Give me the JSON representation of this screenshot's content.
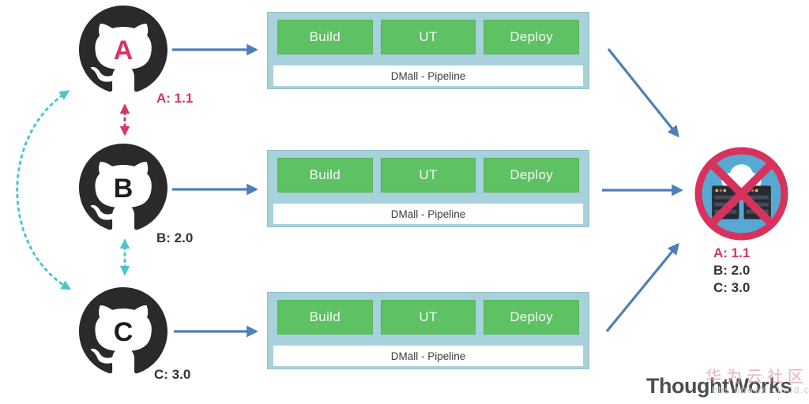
{
  "repos": [
    {
      "letter": "A",
      "version_label": "A: 1.1",
      "letter_color": "#d6365f"
    },
    {
      "letter": "B",
      "version_label": "B: 2.0",
      "letter_color": "#1c1c1c"
    },
    {
      "letter": "C",
      "version_label": "C: 3.0",
      "letter_color": "#1c1c1c"
    }
  ],
  "pipelines": [
    {
      "stages": [
        "Build",
        "UT",
        "Deploy"
      ],
      "label": "DMall - Pipeline"
    },
    {
      "stages": [
        "Build",
        "UT",
        "Deploy"
      ],
      "label": "DMall - Pipeline"
    },
    {
      "stages": [
        "Build",
        "UT",
        "Deploy"
      ],
      "label": "DMall - Pipeline"
    }
  ],
  "server": {
    "versions": [
      "A: 1.1",
      "B: 2.0",
      "C: 3.0"
    ],
    "icon": "server-blocked-icon"
  },
  "footer": {
    "brand": "ThoughtWorks",
    "watermark_text": "华为云社区",
    "watermark_url": "bbs.huaweicloud.com"
  },
  "colors": {
    "accent_red": "#d6365f",
    "accent_teal": "#4cc5ce",
    "arrow_blue": "#4d7fb8",
    "stage_green": "#5ec163",
    "pipeline_bg": "#a7d2db",
    "github_dark": "#2a2a2a",
    "server_blue": "#57a8d2"
  }
}
